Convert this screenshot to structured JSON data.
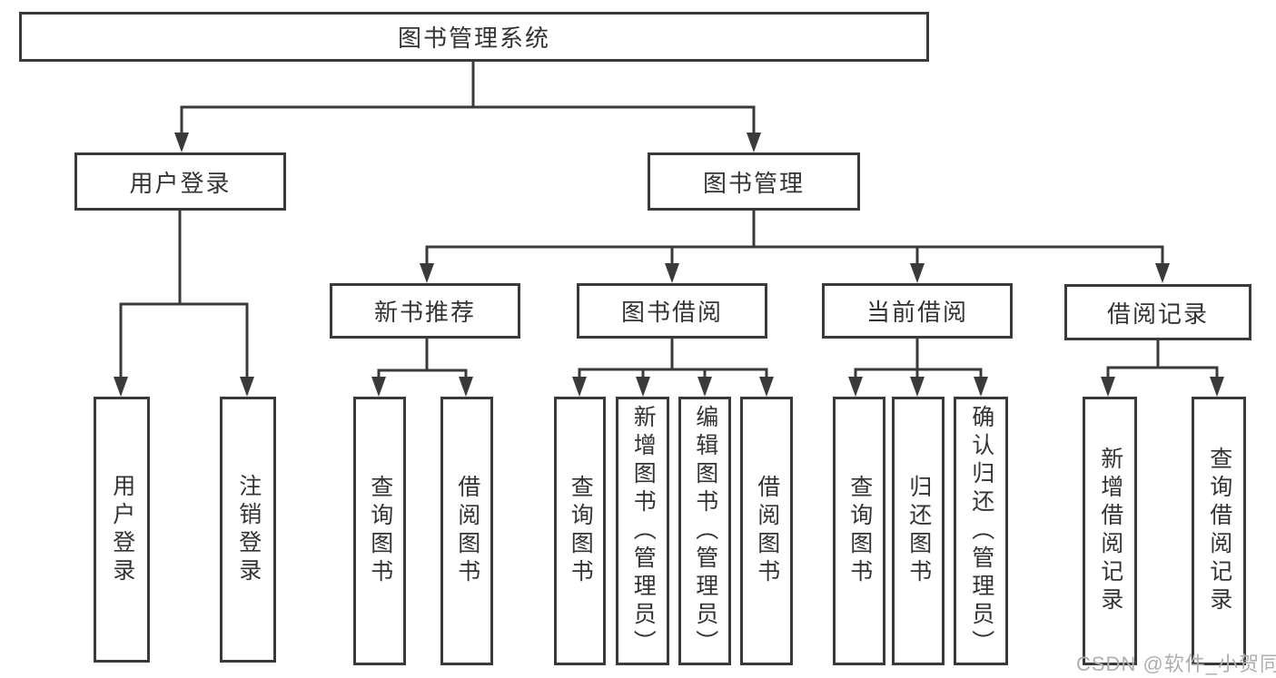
{
  "diagram": {
    "title": "图书管理系统",
    "tree": {
      "label": "图书管理系统",
      "children": [
        {
          "label": "用户登录",
          "children": [
            {
              "label": "用户登录"
            },
            {
              "label": "注销登录"
            }
          ]
        },
        {
          "label": "图书管理",
          "children": [
            {
              "label": "新书推荐",
              "children": [
                {
                  "label": "查询图书"
                },
                {
                  "label": "借阅图书"
                }
              ]
            },
            {
              "label": "图书借阅",
              "children": [
                {
                  "label": "查询图书"
                },
                {
                  "label": "新增图书（管理员）"
                },
                {
                  "label": "编辑图书（管理员）"
                },
                {
                  "label": "借阅图书"
                }
              ]
            },
            {
              "label": "当前借阅",
              "children": [
                {
                  "label": "查询图书"
                },
                {
                  "label": "归还图书"
                },
                {
                  "label": "确认归还（管理员）"
                }
              ]
            },
            {
              "label": "借阅记录",
              "children": [
                {
                  "label": "新增借阅记录"
                },
                {
                  "label": "查询借阅记录"
                }
              ]
            }
          ]
        }
      ]
    },
    "colors": {
      "line": "#3a3a3a",
      "text": "#333333",
      "background": "#ffffff",
      "watermark": "#aeaeae"
    },
    "watermark": "CSDN @软件_小贺同学"
  }
}
